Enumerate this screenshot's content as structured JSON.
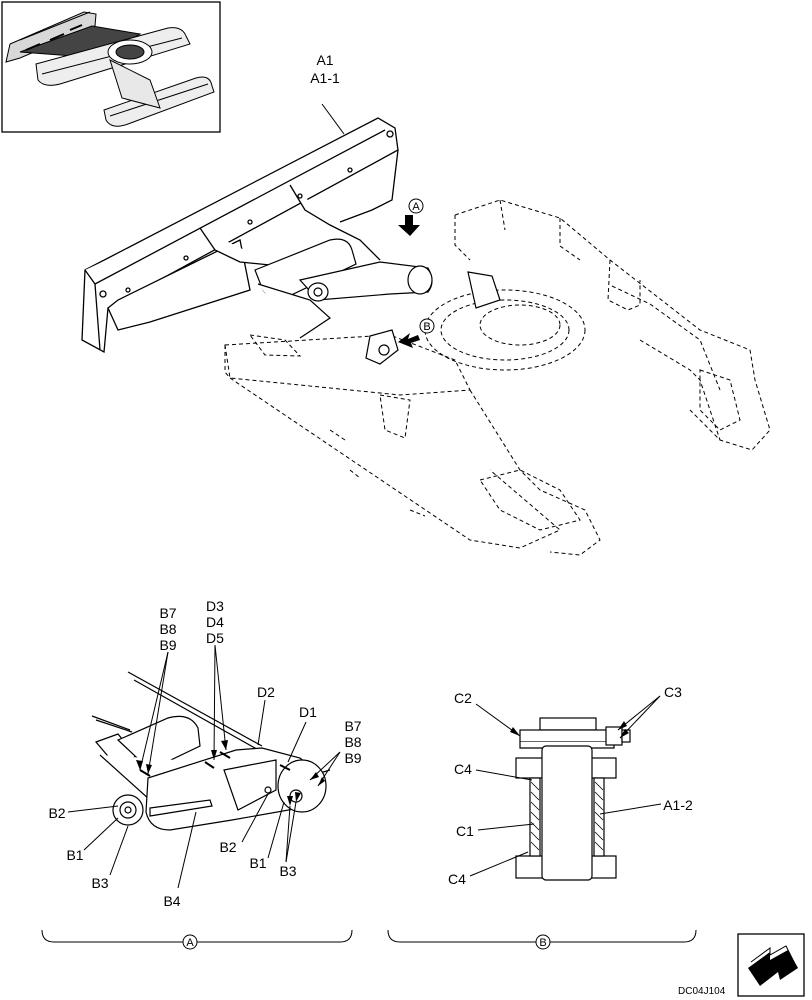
{
  "main_view": {
    "labels": {
      "frame": "A1",
      "frame_alt": "A1-1"
    },
    "arrow_markers": {
      "a": "A",
      "b": "B"
    }
  },
  "detail_a": {
    "labels": {
      "b7": "B7",
      "b8": "B8",
      "b9": "B9",
      "d3": "D3",
      "d4": "D4",
      "d5": "D5",
      "d2": "D2",
      "d1": "D1",
      "b7_r": "B7",
      "b8_r": "B8",
      "b9_r": "B9",
      "b2_l": "B2",
      "b1_l": "B1",
      "b3_l": "B3",
      "b2_r": "B2",
      "b1_r": "B1",
      "b3_r": "B3",
      "b4": "B4"
    },
    "caption": "A"
  },
  "detail_b": {
    "labels": {
      "c2": "C2",
      "c3": "C3",
      "c4_top": "C4",
      "a1_2": "A1-2",
      "c1": "C1",
      "c4_bottom": "C4"
    },
    "caption": "B"
  },
  "drawing_code": "DC04J104",
  "icons": {
    "nav": "next-page-arrow-icon"
  }
}
